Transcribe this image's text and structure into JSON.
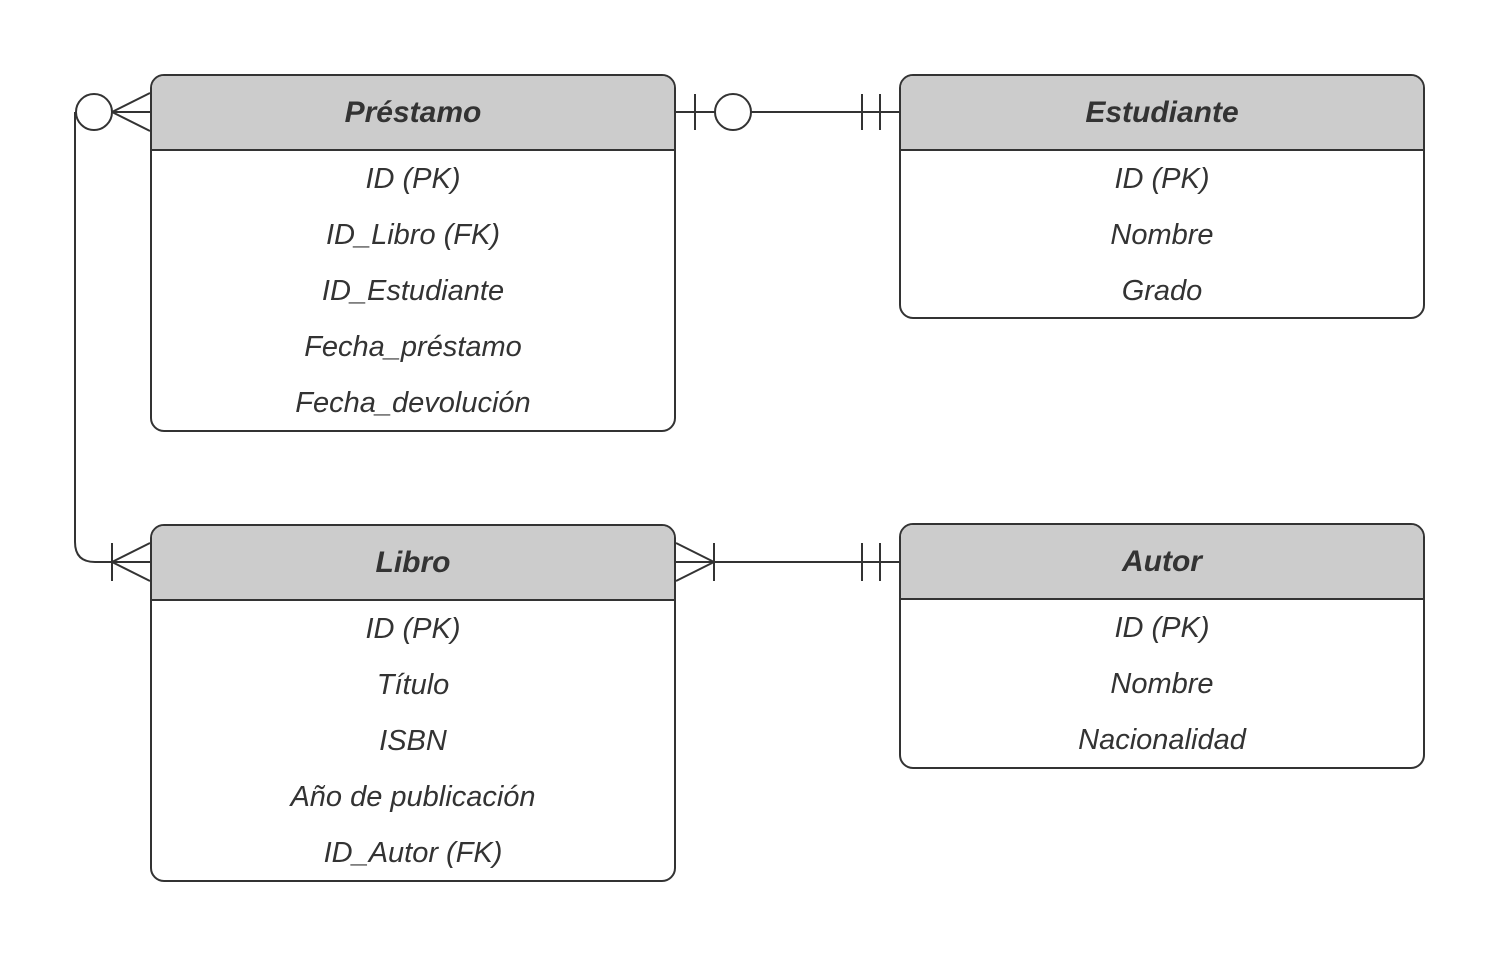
{
  "colors": {
    "stroke": "#333333",
    "header_fill": "#cccccc",
    "background": "#ffffff"
  },
  "entities": {
    "prestamo": {
      "title": "Préstamo",
      "fields": [
        "ID (PK)",
        "ID_Libro (FK)",
        "ID_Estudiante",
        "Fecha_préstamo",
        "Fecha_devolución"
      ]
    },
    "estudiante": {
      "title": "Estudiante",
      "fields": [
        "ID (PK)",
        "Nombre",
        "Grado"
      ]
    },
    "libro": {
      "title": "Libro",
      "fields": [
        "ID (PK)",
        "Título",
        "ISBN",
        "Año de publicación",
        "ID_Autor (FK)"
      ]
    },
    "autor": {
      "title": "Autor",
      "fields": [
        "ID (PK)",
        "Nombre",
        "Nacionalidad"
      ]
    }
  },
  "relationships": [
    {
      "from": "prestamo",
      "from_cardinality": "zero-or-one",
      "to": "estudiante",
      "to_cardinality": "exactly-one"
    },
    {
      "from": "prestamo",
      "from_cardinality": "zero-or-many",
      "to": "libro",
      "to_cardinality": "one-or-many"
    },
    {
      "from": "libro",
      "from_cardinality": "one-or-many",
      "to": "autor",
      "to_cardinality": "exactly-one"
    }
  ]
}
